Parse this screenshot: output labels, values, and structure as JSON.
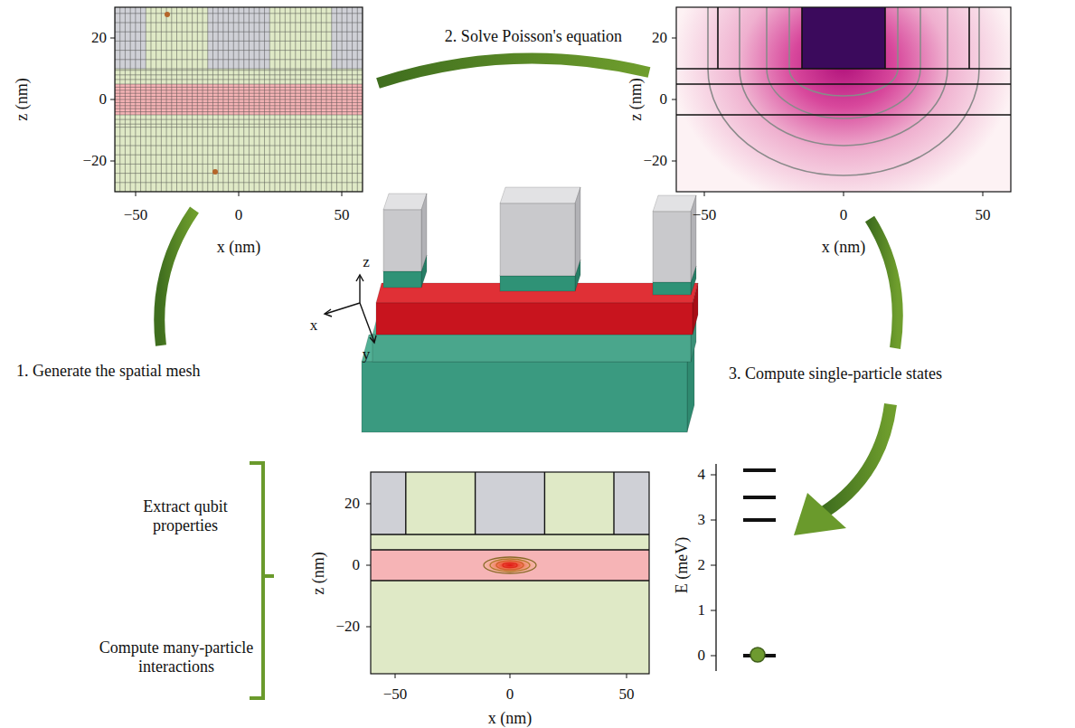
{
  "diagram": {
    "labels": [
      "20",
      "0",
      "−20",
      "−50",
      "0",
      "50",
      "x (nm)",
      "z (nm)",
      "2. Solve Poisson's equation",
      "20",
      "0",
      "−20",
      "−50",
      "0",
      "50",
      "x (nm)",
      "z (nm)",
      "z",
      "x",
      "y",
      "1. Generate the spatial mesh",
      "3. Compute single-particle states",
      "Extract qubit properties",
      "Compute many-particle interactions",
      "20",
      "0",
      "−20",
      "−50",
      "0",
      "50",
      "x (nm)",
      "z (nm)",
      "4",
      "3",
      "2",
      "1",
      "0",
      "E (meV)"
    ]
  }
}
